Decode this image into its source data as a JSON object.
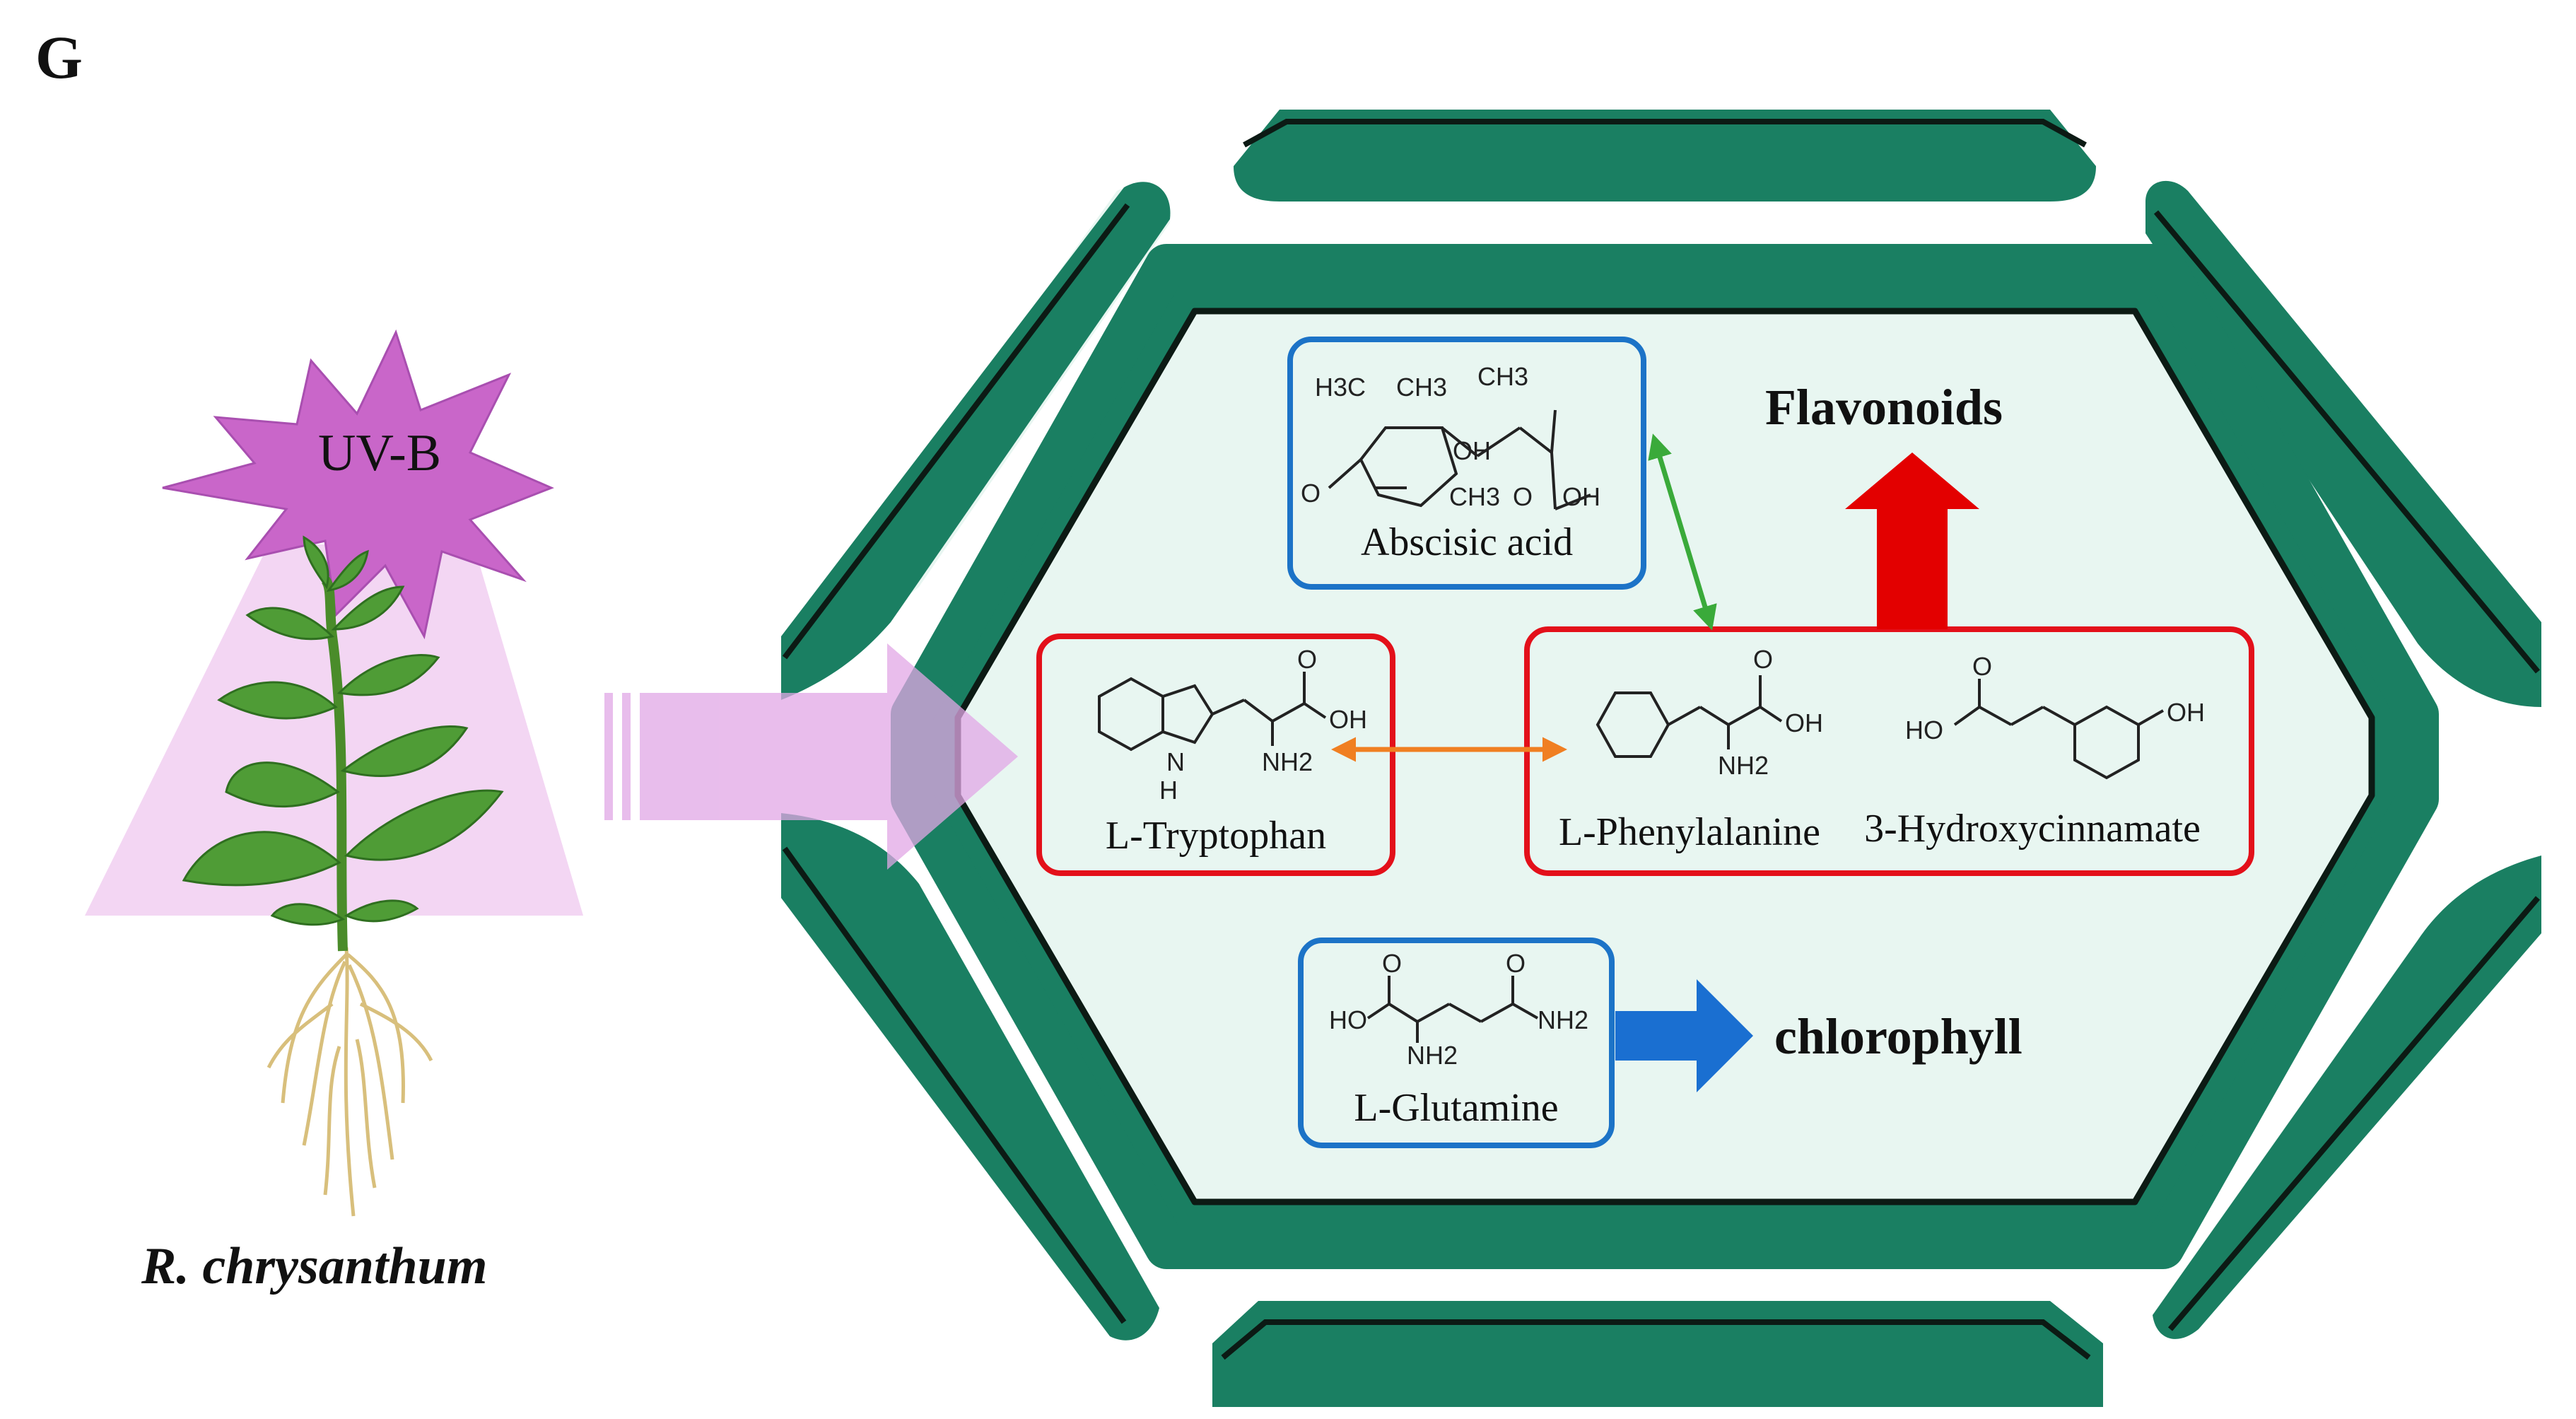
{
  "panel_label": "G",
  "stimulus_label": "UV-B",
  "species_label": "R. chrysanthum",
  "compounds": {
    "abscisic_acid": "Abscisic acid",
    "tryptophan": "L-Tryptophan",
    "phenylalanine": "L-Phenylalanine",
    "hydroxycinnamate": "3-Hydroxycinnamate",
    "glutamine": "L-Glutamine"
  },
  "products": {
    "flavonoids": "Flavonoids",
    "chlorophyll": "chlorophyll"
  },
  "atoms": {
    "h3c": "H3C",
    "ch3": "CH3",
    "oh": "OH",
    "o": "O",
    "ho": "HO",
    "nh2": "NH2",
    "nh": "H\nN"
  },
  "colors": {
    "cell_wall": "#1a7f62",
    "cell_fill": "#e8f6f1",
    "red_box": "#e3101a",
    "blue_box": "#1c73c7",
    "uv_star": "#c966c9",
    "uv_beam": "#f3d6f3",
    "green_arrow": "#3aaa3a",
    "orange_arrow": "#f07f22",
    "red_arrow": "#e30000",
    "blue_arrow": "#1a6fd1"
  }
}
